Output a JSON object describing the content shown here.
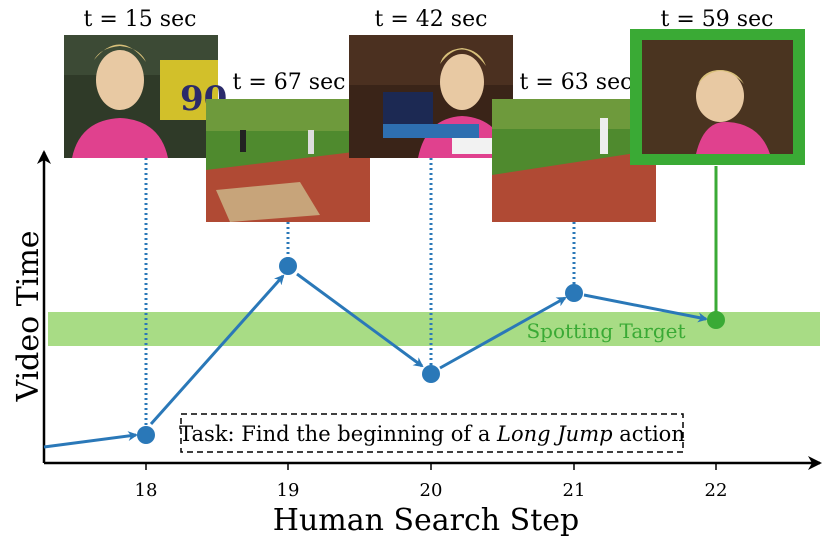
{
  "chart_data": {
    "type": "line",
    "xlabel": "Human Search Step",
    "ylabel": "Video Time",
    "x_ticks": [
      "18",
      "19",
      "20",
      "21",
      "22"
    ],
    "series": [
      {
        "points": [
          {
            "step": 17.3,
            "video_time_sec": null
          },
          {
            "step": 18,
            "video_time_sec": 15,
            "label": "t = 15 sec"
          },
          {
            "step": 19,
            "video_time_sec": 67,
            "label": "t = 67 sec"
          },
          {
            "step": 20,
            "video_time_sec": 42,
            "label": "t = 42 sec"
          },
          {
            "step": 21,
            "video_time_sec": 63,
            "label": "t = 63 sec"
          },
          {
            "step": 22,
            "video_time_sec": 59,
            "label": "t = 59 sec",
            "target": true
          }
        ]
      }
    ],
    "target_band_label": "Spotting Target",
    "task_prefix": "Task: Find the beginning of a ",
    "task_italic": "Long Jump",
    "task_suffix": " action",
    "colors": {
      "series": "#2a78b8",
      "target": "#3aaa35",
      "band": "#a8dc85",
      "band_text": "#3aaa35"
    }
  }
}
